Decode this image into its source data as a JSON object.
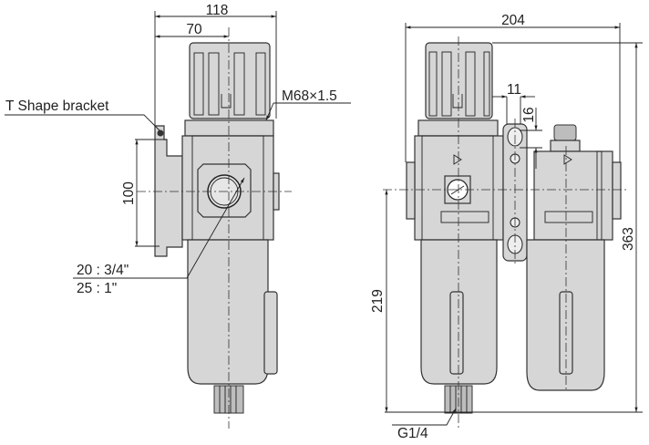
{
  "drawing": {
    "left_view": {
      "dim_overall_width": "118",
      "dim_center_width": "70",
      "dim_bracket_height": "100",
      "bracket_label": "T  Shape bracket",
      "thread_label": "M68×1.5",
      "port_size_1": "20 : 3/4\"",
      "port_size_2": "25 : 1\""
    },
    "right_view": {
      "dim_overall_width": "204",
      "dim_slot_width": "11",
      "dim_slot_offset": "16",
      "dim_port_height": "219",
      "dim_overall_height": "363",
      "drain_label": "G1/4"
    }
  }
}
